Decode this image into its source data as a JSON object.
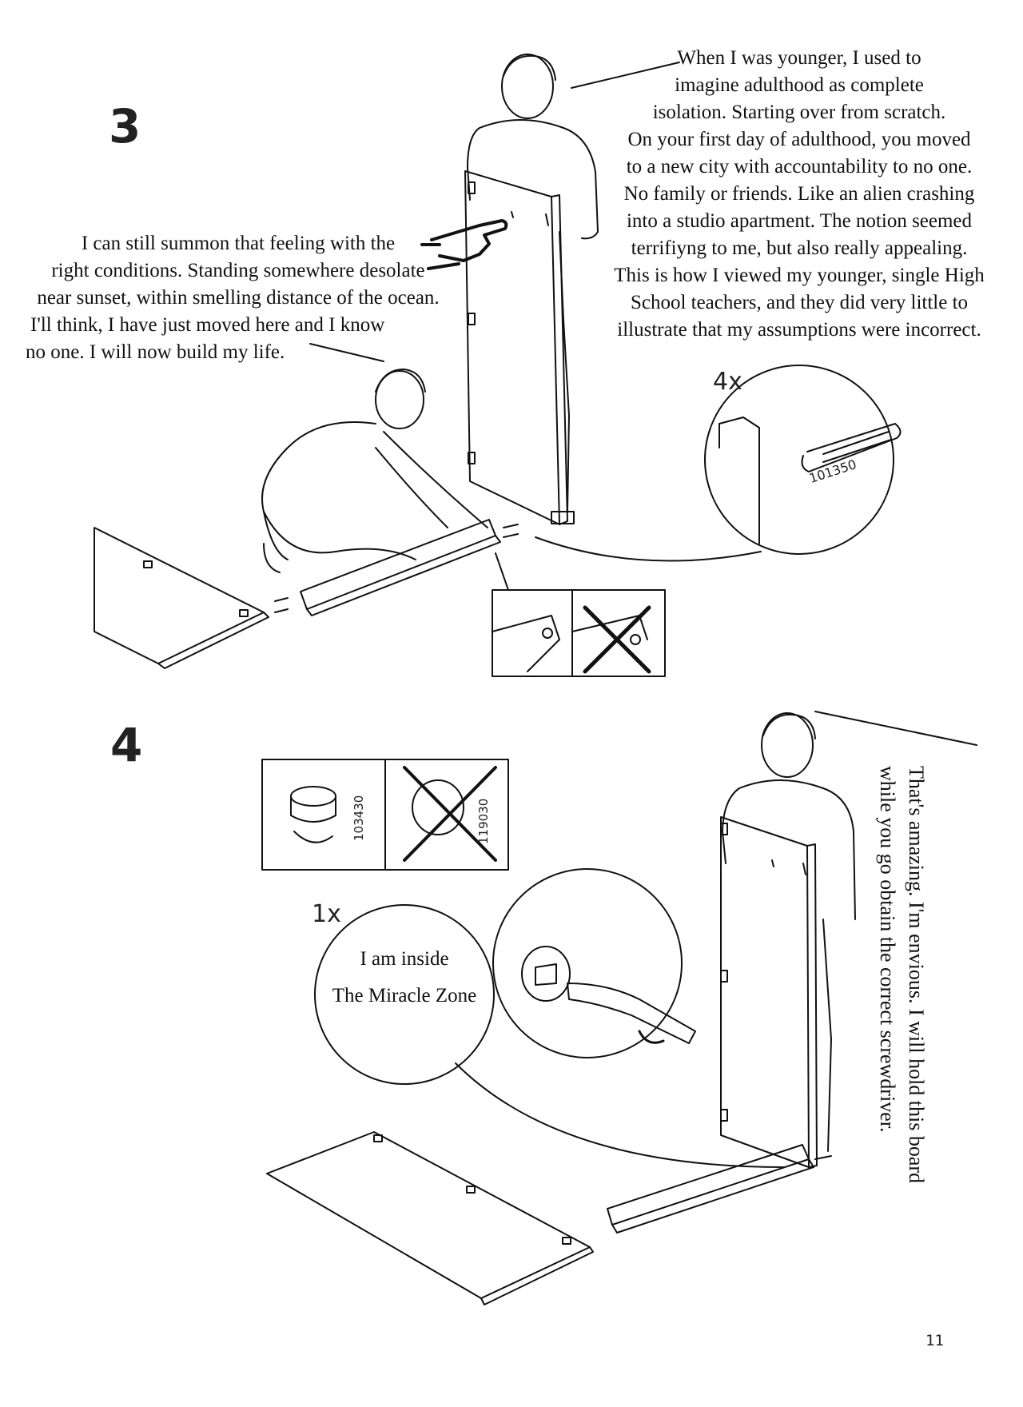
{
  "page": {
    "number": "11"
  },
  "step3": {
    "number": "3",
    "quote_right": [
      "When I was younger, I used to",
      "imagine adulthood as complete",
      "isolation. Starting over from scratch.",
      "On your first day of adulthood, you moved",
      "to a new city with accountability to no one.",
      "No family or friends. Like an alien crashing",
      "into a studio apartment. The notion seemed",
      "terrifiyng to me, but also really appealing.",
      "This is how I viewed my younger, single High",
      "School teachers, and they did very little to",
      "illustrate that my assumptions were incorrect."
    ],
    "quote_left": [
      "I can still summon that feeling with the",
      "right conditions. Standing somewhere desolate",
      "near sunset, within smelling distance of the ocean.",
      "I'll think, I have just moved here and I know",
      "no one. I will now build my life."
    ],
    "dowel_count": "4x",
    "dowel_part": "101350"
  },
  "step4": {
    "number": "4",
    "correct_part": "103430",
    "wrong_part": "119030",
    "cam_count": "1x",
    "bubble_text": [
      "I am inside",
      "The Miracle Zone"
    ],
    "quote_vertical": [
      "That's amazing. I'm envious. I will hold this board",
      "while you go obtain the correct screwdriver."
    ]
  }
}
